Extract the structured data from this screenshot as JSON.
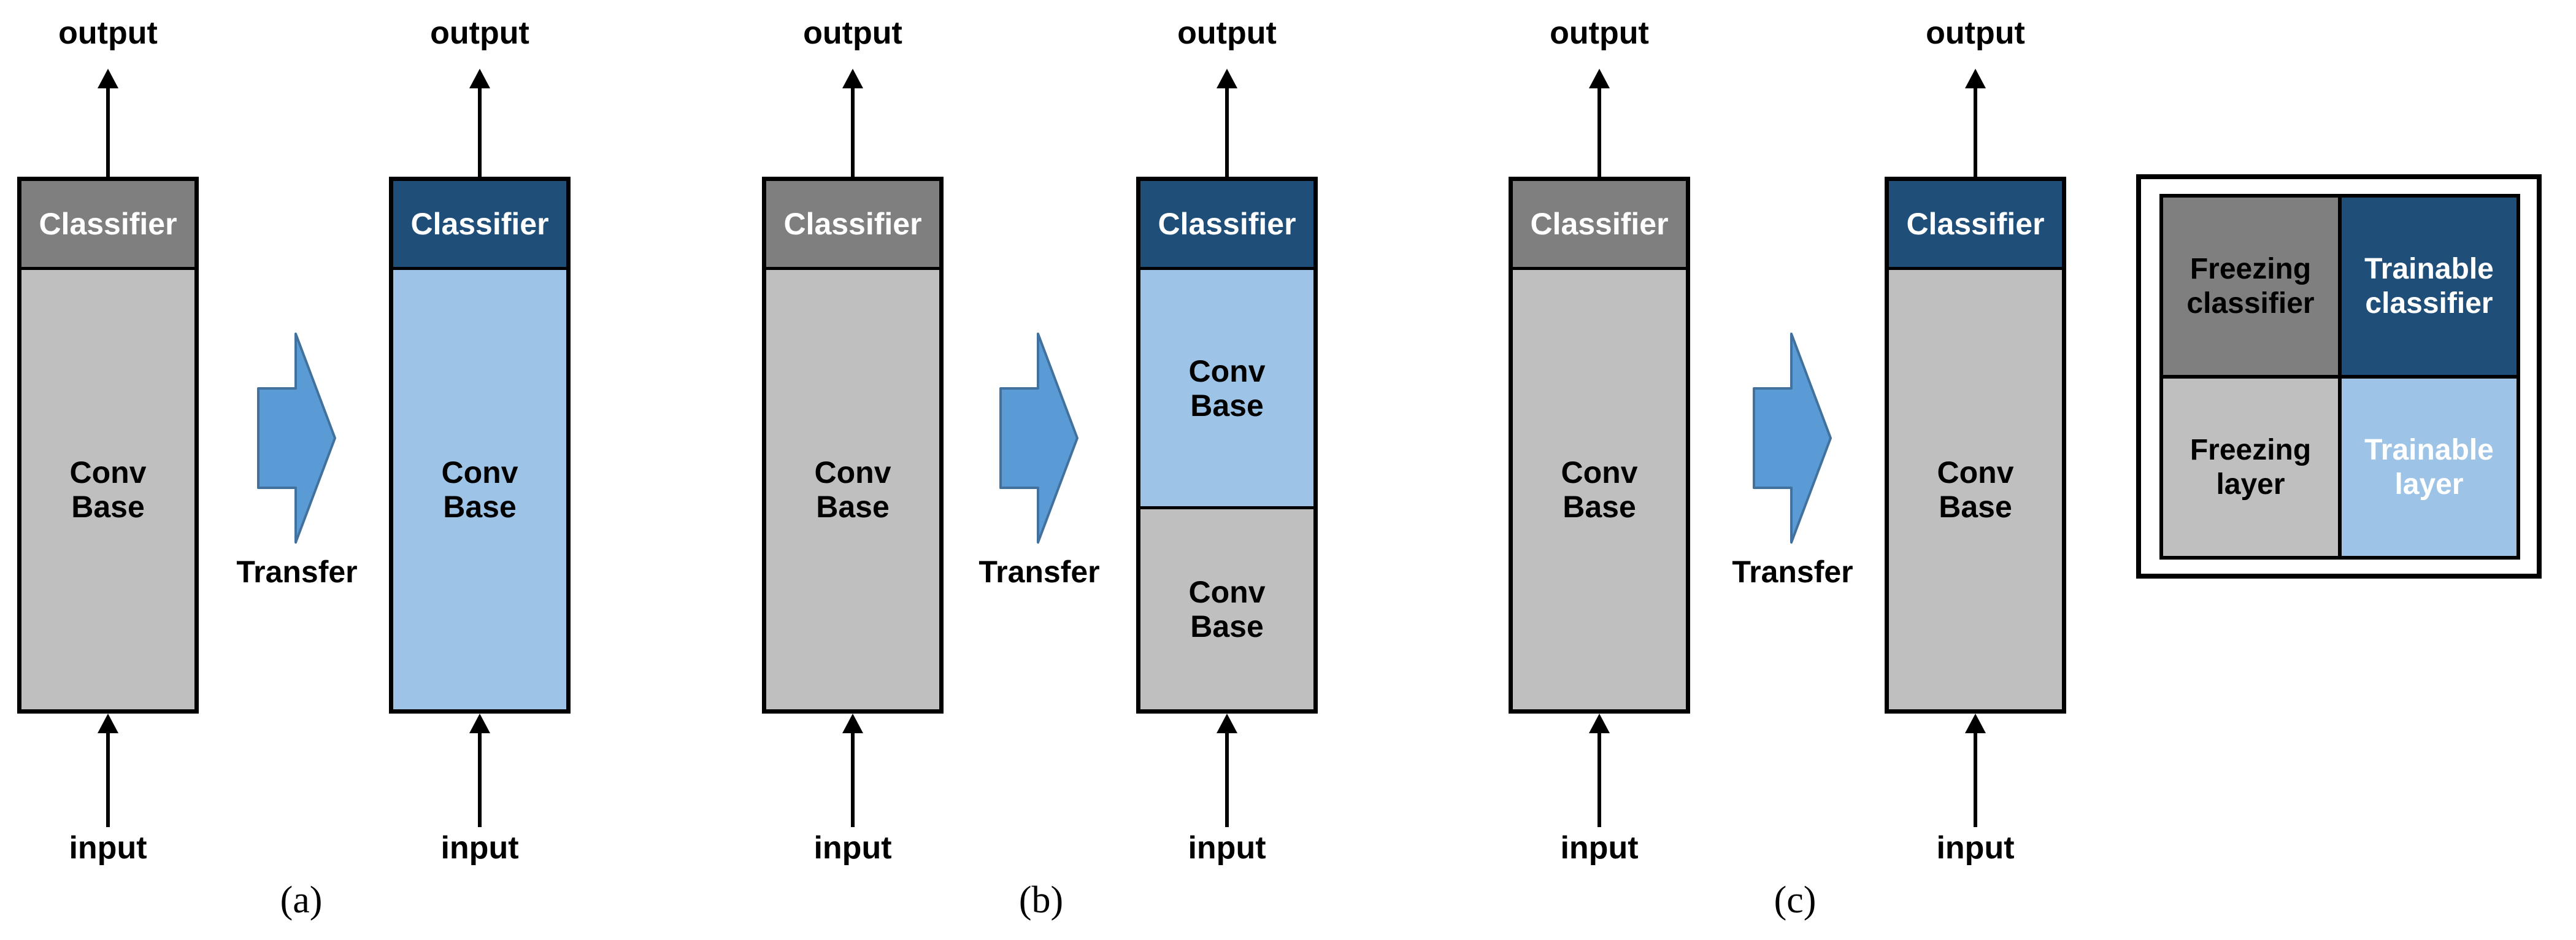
{
  "palette": {
    "freezing_classifier": "#7f7f7f",
    "trainable_classifier": "#1f4e79",
    "freezing_layer": "#bfbfbf",
    "trainable_layer": "#9dc3e6",
    "transfer_arrow_fill": "#5b9bd5",
    "transfer_arrow_stroke": "#41719c",
    "line_color": "#000000",
    "background": "#ffffff"
  },
  "labels": {
    "output": "output",
    "input": "input",
    "classifier": "Classifier",
    "conv_base": "Conv\nBase",
    "transfer": "Transfer"
  },
  "groups": [
    {
      "caption": "(a)"
    },
    {
      "caption": "(b)"
    },
    {
      "caption": "(c)"
    }
  ],
  "legend": {
    "items": [
      {
        "line1": "Freezing",
        "line2": "classifier",
        "color": "#7f7f7f",
        "text_color": "#000000"
      },
      {
        "line1": "Trainable",
        "line2": "classifier",
        "color": "#1f4e79",
        "text_color": "#ffffff"
      },
      {
        "line1": "Freezing",
        "line2": "layer",
        "color": "#bfbfbf",
        "text_color": "#000000"
      },
      {
        "line1": "Trainable",
        "line2": "layer",
        "color": "#9dc3e6",
        "text_color": "#ffffff"
      }
    ]
  }
}
